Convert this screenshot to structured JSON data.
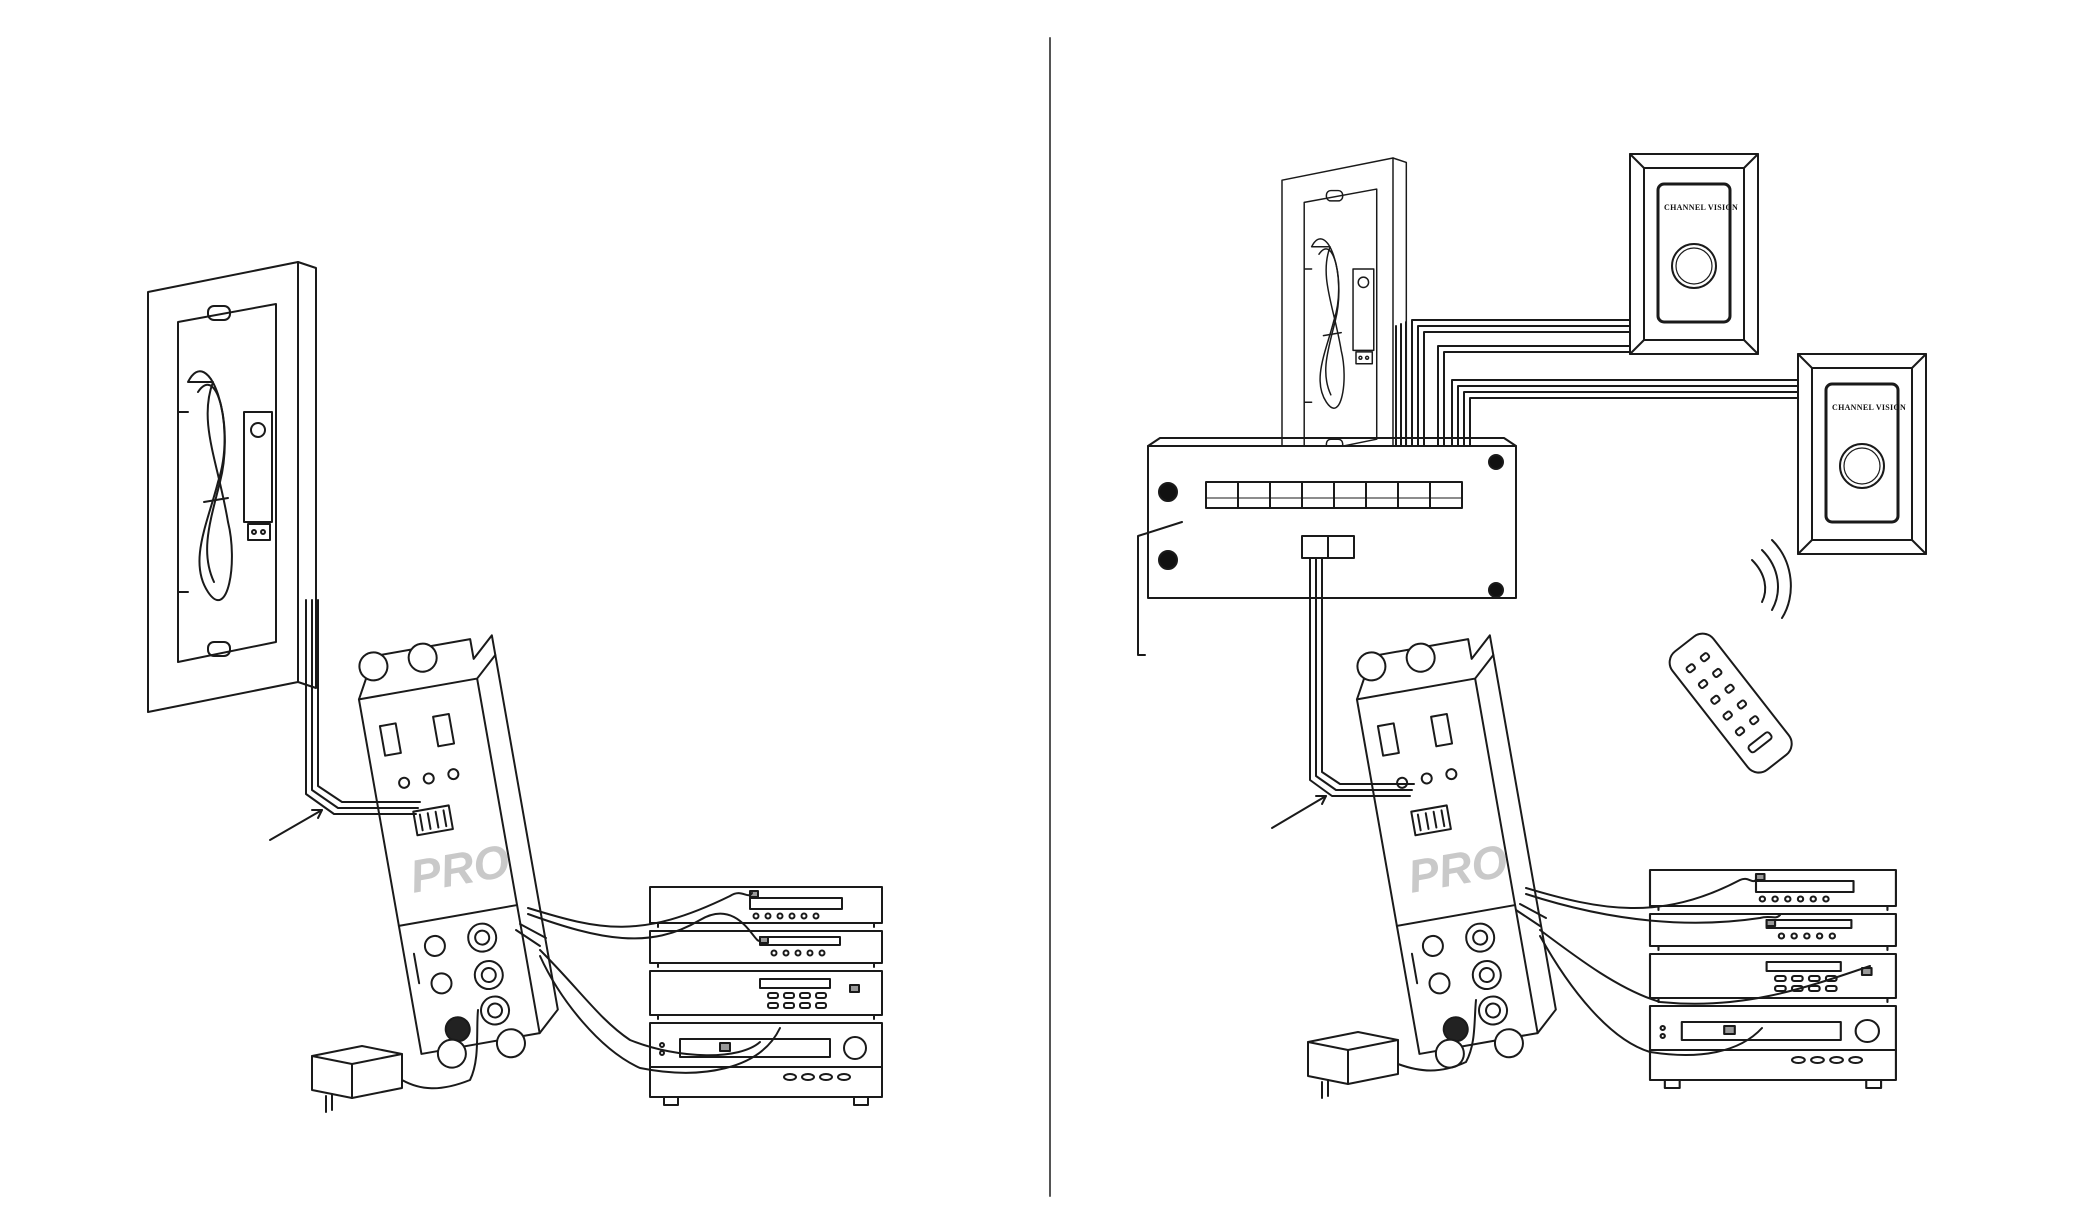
{
  "diagrams": {
    "left": {
      "amp_logo": "PRO"
    },
    "right": {
      "amp_logo": "PRO",
      "keypads": [
        {
          "brand": "CHANNEL VISION"
        },
        {
          "brand": "CHANNEL VISION"
        }
      ]
    }
  },
  "colors": {
    "line": "#1a1a1a",
    "divider": "#555555",
    "logo_fill": "#c9c9c9"
  }
}
